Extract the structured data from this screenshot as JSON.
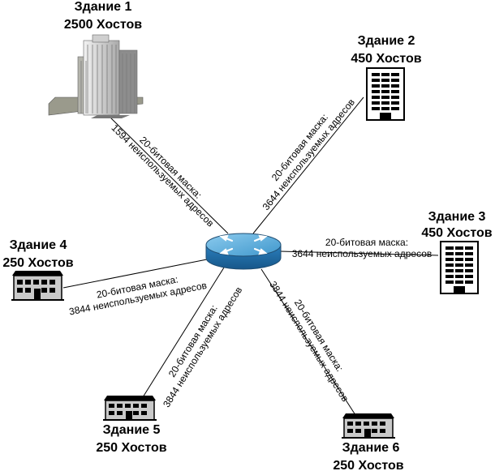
{
  "buildings": [
    {
      "name": "Здание 1",
      "hosts": "2500 Хостов"
    },
    {
      "name": "Здание 2",
      "hosts": "450 Хостов"
    },
    {
      "name": "Здание 3",
      "hosts": "450 Хостов"
    },
    {
      "name": "Здание 4",
      "hosts": "250 Хостов"
    },
    {
      "name": "Здание 5",
      "hosts": "250 Хостов"
    },
    {
      "name": "Здание 6",
      "hosts": "250 Хостов"
    }
  ],
  "links": [
    {
      "mask": "20-битовая маска:",
      "unused": "1594 неиспользуемых адресов"
    },
    {
      "mask": "20-битовая маска:",
      "unused": "3644 неиспользуемых адресов"
    },
    {
      "mask": "20-битовая маска:",
      "unused": "3644 неиспользуемых адресов"
    },
    {
      "mask": "20-битовая маска:",
      "unused": "3844 неиспользуемых адресов"
    },
    {
      "mask": "20-битовая маска:",
      "unused": "3844 неиспользуемых адресов"
    },
    {
      "mask": "20-битовая маска:",
      "unused": "3844 неиспользуемых адресов"
    }
  ],
  "colors": {
    "router_top": "#4fa6d6",
    "router_side": "#1f6fa8",
    "building_facade": "#c9c9c9"
  },
  "icons": {
    "router": "router-icon",
    "tower": "office-tower-icon",
    "highrise": "highrise-building-icon",
    "lowrise": "lowrise-building-icon"
  }
}
